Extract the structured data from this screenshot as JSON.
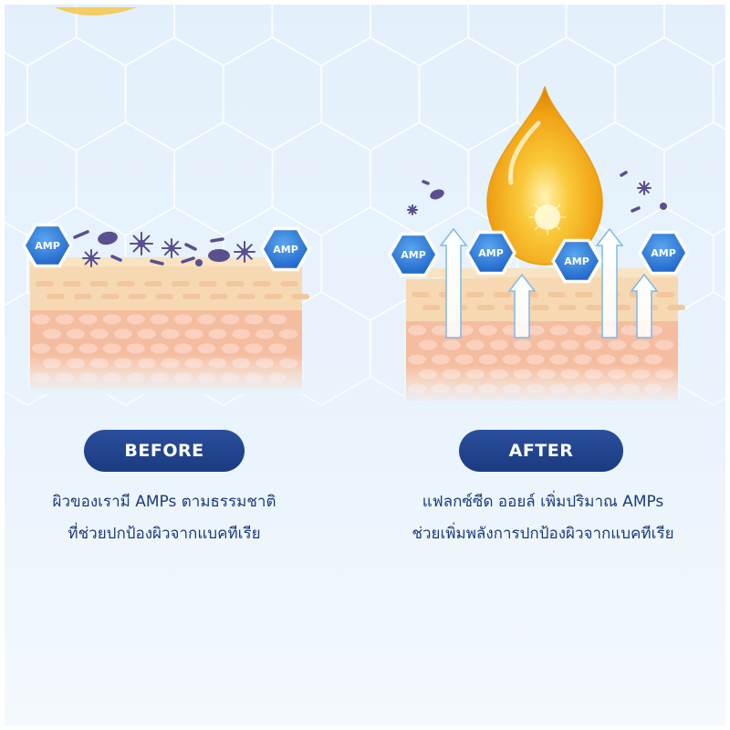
{
  "colors": {
    "background_top": "#e3f0fb",
    "background_bottom": "#f3f8fd",
    "pill": "#1f4189",
    "text": "#1b3b80",
    "amp_hexagon": "#2e7fdc",
    "bacteria": "#5a4f8f",
    "skin_top": "#f6d9b2",
    "skin_cells": "#f4a68f",
    "oil_drop": "#f5b21a"
  },
  "icons": [
    "hexagon-amp-icon",
    "bacteria-icon",
    "arrow-up-icon",
    "oil-drop-icon"
  ],
  "before": {
    "label": "BEFORE",
    "caption_line1": "ผิวของเรามี AMPs ตามธรรมชาติ",
    "caption_line2": "ที่ช่วยปกป้องผิวจากแบคทีเรีย",
    "amp_labels": [
      "AMP",
      "AMP"
    ]
  },
  "after": {
    "label": "AFTER",
    "caption_line1": "แฟลกซ์ซีด ออยล์ เพิ่มปริมาณ AMPs",
    "caption_line2": "ช่วยเพิ่มพลังการปกป้องผิวจากแบคทีเรีย",
    "amp_labels": [
      "AMP",
      "AMP",
      "AMP",
      "AMP"
    ]
  }
}
